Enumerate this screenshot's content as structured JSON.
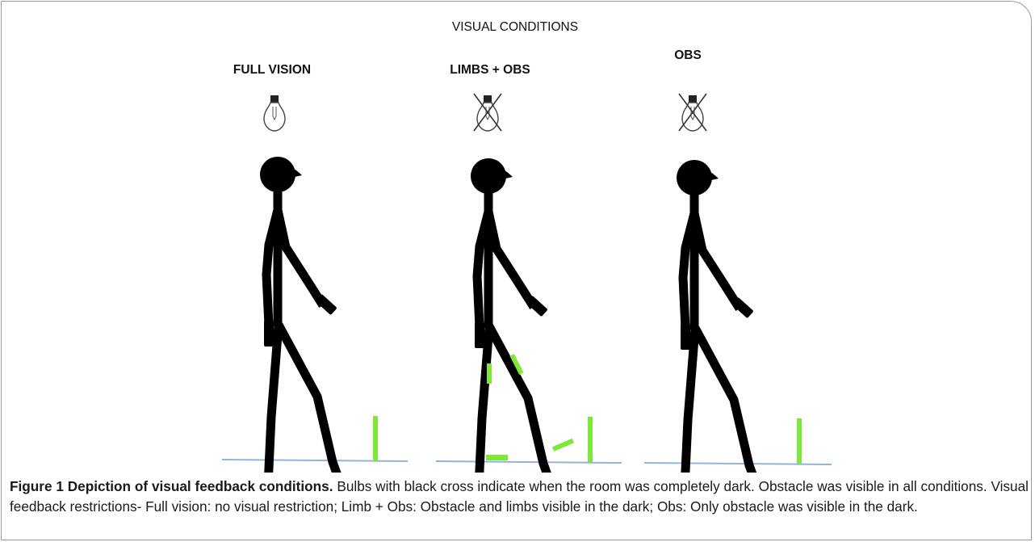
{
  "figure": {
    "header": "VISUAL CONDITIONS",
    "conditions": [
      {
        "label": "FULL VISION",
        "bulb_crossed": false,
        "limb_markers": false,
        "obstacle_visible": true
      },
      {
        "label": "LIMBS + OBS",
        "bulb_crossed": true,
        "limb_markers": true,
        "obstacle_visible": true
      },
      {
        "label": "OBS",
        "bulb_crossed": true,
        "limb_markers": false,
        "obstacle_visible": true
      }
    ],
    "colors": {
      "figure": "#000000",
      "marker": "#7ee83a",
      "ground": "#8fb4d9"
    },
    "icons": [
      "light-bulb-icon",
      "crossed-bulb-icon"
    ]
  },
  "caption": {
    "label": "Figure 1 Depiction of visual feedback conditions.",
    "text": " Bulbs with black cross indicate when the room was completely dark. Obstacle was visible in all conditions. Visual feedback restrictions- Full vision: no visual restriction; Limb + Obs: Obstacle and limbs visible in the dark; Obs: Only obstacle was visible in the dark."
  }
}
